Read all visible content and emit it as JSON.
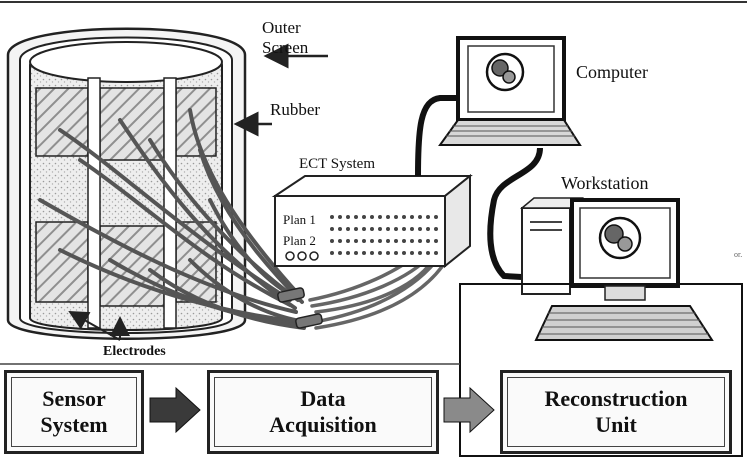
{
  "labels": {
    "outer_screen_1": "Outer",
    "outer_screen_2": "Screen",
    "rubber": "Rubber",
    "computer": "Computer",
    "ect_system": "ECT System",
    "plan1": "Plan 1",
    "plan2": "Plan 2",
    "workstation": "Workstation",
    "electrodes": "Electrodes",
    "stray_text": "or."
  },
  "flow": {
    "sensor_line1": "Sensor",
    "sensor_line2": "System",
    "data_line1": "Data",
    "data_line2": "Acquisition",
    "recon_line1": "Reconstruction",
    "recon_line2": "Unit"
  },
  "colors": {
    "line": "#222222",
    "cable": "#555555",
    "hatch": "#9a9a9a",
    "arrow": "#3a3a3a"
  }
}
